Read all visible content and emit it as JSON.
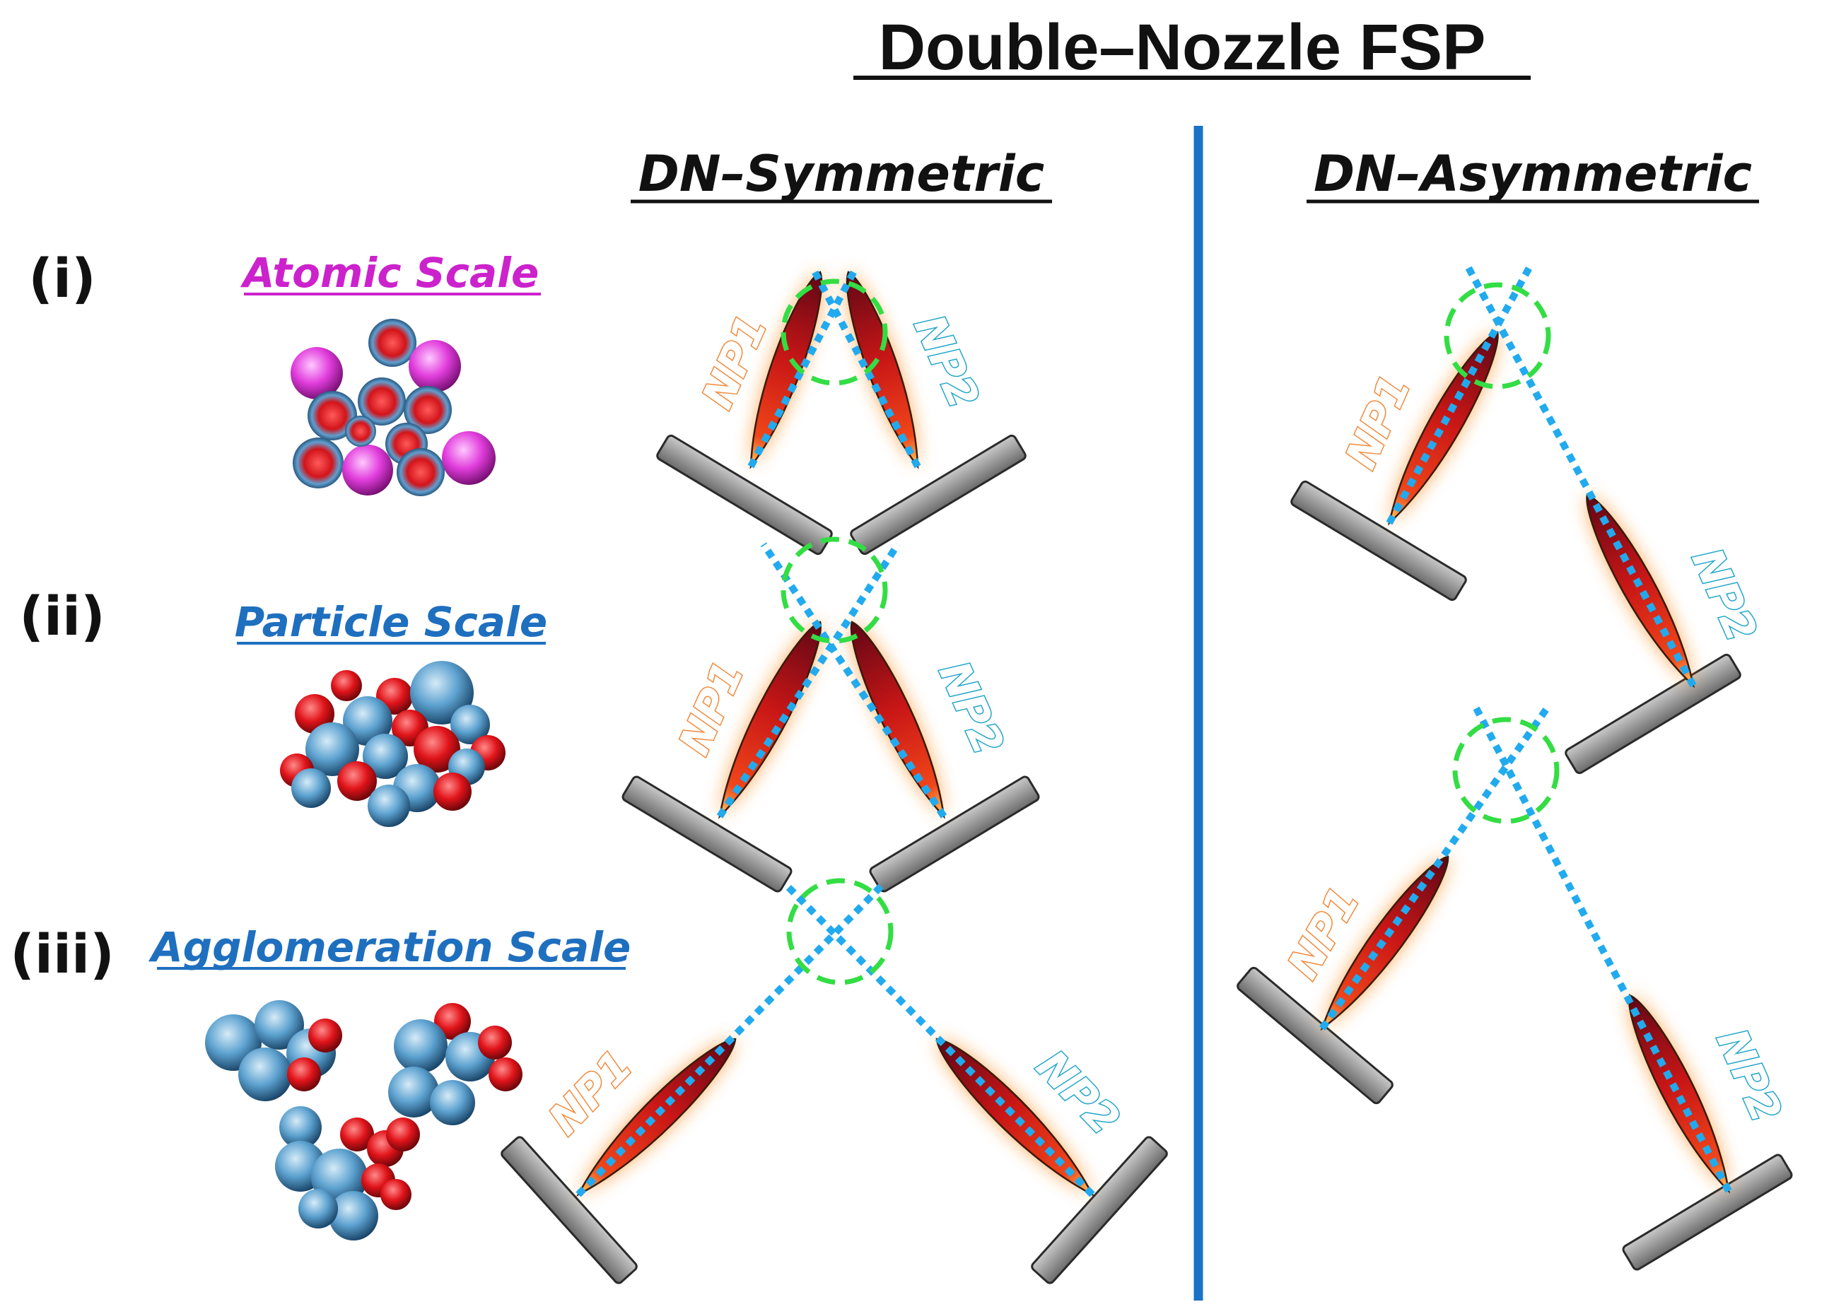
{
  "title": "Double–Nozzle FSP",
  "columns": {
    "symmetric": "DN–Symmetric",
    "asymmetric": "DN–Asymmetric"
  },
  "rows": [
    {
      "index": "(i)",
      "scale_label": "Atomic Scale"
    },
    {
      "index": "(ii)",
      "scale_label": "Particle Scale"
    },
    {
      "index": "(iii)",
      "scale_label": "Agglomeration Scale"
    }
  ],
  "nozzles": {
    "first": "NP1",
    "second": "NP2"
  },
  "colors": {
    "divider": "#1a73c7",
    "mixing_circle": "#33dd44",
    "spray_line": "#22aaee",
    "flame_core": "#d41e0f",
    "flame_glow": "#ff8c1a",
    "nozzle_plate": "#9a9a9a",
    "atomic_label": "#cc22cc",
    "particle_blue": "#1f6fbf",
    "particle_red": "#e01b1b",
    "np1_outline": "#f08a3c",
    "np2_outline": "#22a6c9"
  }
}
